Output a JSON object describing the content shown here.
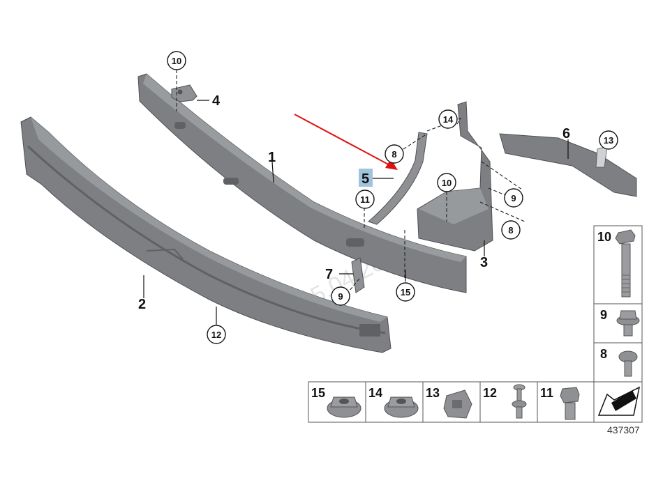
{
  "diagram": {
    "callouts": {
      "c1": "1",
      "c2": "2",
      "c3": "3",
      "c4": "4",
      "c5": "5",
      "c6": "6",
      "c7": "7",
      "c8a": "8",
      "c8b": "8",
      "c9a": "9",
      "c9b": "9",
      "c10a": "10",
      "c10b": "10",
      "c11": "11",
      "c12": "12",
      "c13": "13",
      "c14": "14",
      "c15": "15"
    },
    "legend": {
      "right_column": [
        "10",
        "9",
        "8"
      ],
      "bottom_row": [
        "15",
        "14",
        "13",
        "12",
        "11"
      ]
    },
    "diagram_number": "437307",
    "watermark": "25.04.2013",
    "colors": {
      "part_fill": "#7d7f82",
      "part_dark": "#5f6164",
      "part_light": "#a3a5a8",
      "highlight_box": "#9fc4dc",
      "arrow": "#e01010"
    }
  }
}
